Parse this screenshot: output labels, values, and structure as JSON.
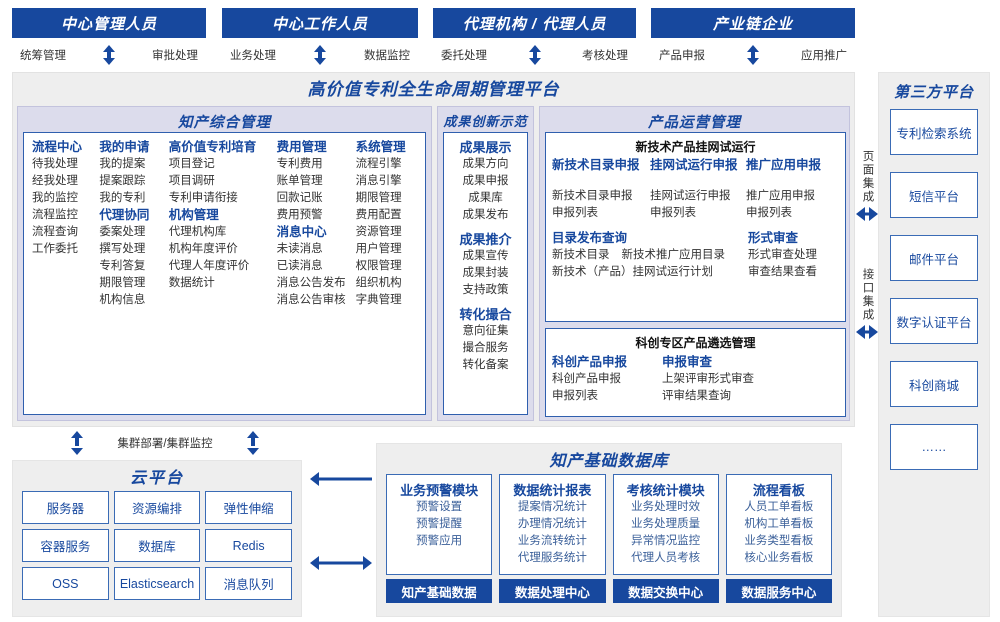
{
  "actors": [
    {
      "title": "中心管理人员",
      "flows": [
        "统筹管理",
        "审批处理"
      ]
    },
    {
      "title": "中心工作人员",
      "flows": [
        "业务处理",
        "数据监控"
      ]
    },
    {
      "title": "代理机构 / 代理人员",
      "flows": [
        "委托处理",
        "考核处理"
      ]
    },
    {
      "title": "产业链企业",
      "flows": [
        "产品申报",
        "应用推广"
      ]
    }
  ],
  "platform": {
    "title": "高价值专利全生命周期管理平台",
    "groups": {
      "ip_mgmt": {
        "title": "知产综合管理",
        "columns": [
          {
            "blocks": [
              {
                "head": "流程中心",
                "items": [
                  "待我处理",
                  "经我处理",
                  "我的监控",
                  "流程监控",
                  "流程查询",
                  "工作委托"
                ]
              }
            ]
          },
          {
            "blocks": [
              {
                "head": "我的申请",
                "items": [
                  "我的提案",
                  "提案跟踪",
                  "我的专利"
                ]
              },
              {
                "head": "代理协同",
                "items": [
                  "委案处理",
                  "撰写处理",
                  "专利答复",
                  "期限管理",
                  "机构信息"
                ]
              }
            ]
          },
          {
            "blocks": [
              {
                "head": "高价值专利培育",
                "items": [
                  "项目登记",
                  "项目调研",
                  "专利申请衔接"
                ]
              },
              {
                "head": "机构管理",
                "items": [
                  "代理机构库",
                  "机构年度评价",
                  "代理人年度评价",
                  "数据统计"
                ]
              }
            ]
          },
          {
            "blocks": [
              {
                "head": "费用管理",
                "items": [
                  "专利费用",
                  "账单管理",
                  "回款记账",
                  "费用预警"
                ]
              },
              {
                "head": "消息中心",
                "items": [
                  "未读消息",
                  "已读消息",
                  "消息公告发布",
                  "消息公告审核"
                ]
              }
            ]
          },
          {
            "blocks": [
              {
                "head": "系统管理",
                "items": [
                  "流程引擎",
                  "消息引擎",
                  "期限管理",
                  "费用配置",
                  "资源管理",
                  "用户管理",
                  "权限管理",
                  "组织机构",
                  "字典管理"
                ]
              }
            ]
          }
        ]
      },
      "achievement": {
        "title": "成果创新示范",
        "blocks": [
          {
            "head": "成果展示",
            "items": [
              "成果方向",
              "成果申报",
              "成果库",
              "成果发布"
            ]
          },
          {
            "head": "成果推介",
            "items": [
              "成果宣传",
              "成果封装",
              "支持政策"
            ]
          },
          {
            "head": "转化撮合",
            "items": [
              "意向征集",
              "撮合服务",
              "转化备案"
            ]
          }
        ]
      },
      "product_ops": {
        "title": "产品运营管理",
        "subboxes": [
          {
            "title": "新技术产品挂网试运行",
            "row1": [
              {
                "head": "新技术目录申报",
                "items": [
                  "新技术目录申报",
                  "申报列表"
                ]
              },
              {
                "head": "挂网试运行申报",
                "items": [
                  "挂网试运行申报",
                  "申报列表"
                ]
              },
              {
                "head": "推广应用申报",
                "items": [
                  "推广应用申报",
                  "申报列表"
                ]
              }
            ],
            "row2_left": {
              "head": "目录发布查询",
              "items": [
                "新技术目录",
                "新技术推广应用目录",
                "新技术（产品）挂网试运行计划"
              ]
            },
            "row2_right": {
              "head": "形式审查",
              "items": [
                "形式审查处理",
                "审查结果查看"
              ]
            }
          },
          {
            "title": "科创专区产品遴选管理",
            "row1": [
              {
                "head": "科创产品申报",
                "items": [
                  "科创产品申报",
                  "申报列表"
                ]
              },
              {
                "head": "申报审查",
                "items": [
                  "上架评审形式审查",
                  "评审结果查询"
                ]
              }
            ]
          }
        ]
      }
    }
  },
  "integration": {
    "page_label": "页面集成",
    "api_label": "接口集成"
  },
  "third_party": {
    "title": "第三方平台",
    "items": [
      "专利检索系统",
      "短信平台",
      "邮件平台",
      "数字认证平台",
      "科创商城",
      "……"
    ]
  },
  "cluster": {
    "label": "集群部署/集群监控"
  },
  "cloud": {
    "title": "云平台",
    "cells": [
      "服务器",
      "资源编排",
      "弹性伸缩",
      "容器服务",
      "数据库",
      "Redis",
      "OSS",
      "Elasticsearch",
      "消息队列"
    ]
  },
  "database": {
    "title": "知产基础数据库",
    "columns": [
      {
        "head": "业务预警模块",
        "items": [
          "预警设置",
          "预警提醒",
          "预警应用"
        ],
        "foot": "知产基础数据"
      },
      {
        "head": "数据统计报表",
        "items": [
          "提案情况统计",
          "办理情况统计",
          "业务流转统计",
          "代理服务统计"
        ],
        "foot": "数据处理中心"
      },
      {
        "head": "考核统计模块",
        "items": [
          "业务处理时效",
          "业务处理质量",
          "异常情况监控",
          "代理人员考核"
        ],
        "foot": "数据交换中心"
      },
      {
        "head": "流程看板",
        "items": [
          "人员工单看板",
          "机构工单看板",
          "业务类型看板",
          "核心业务看板"
        ],
        "foot": "数据服务中心"
      }
    ]
  },
  "colors": {
    "brand_blue": "#17489e",
    "panel_gray": "#eeeeee",
    "group_lavender": "#dcdcec",
    "box_border": "#3a6bb5"
  }
}
